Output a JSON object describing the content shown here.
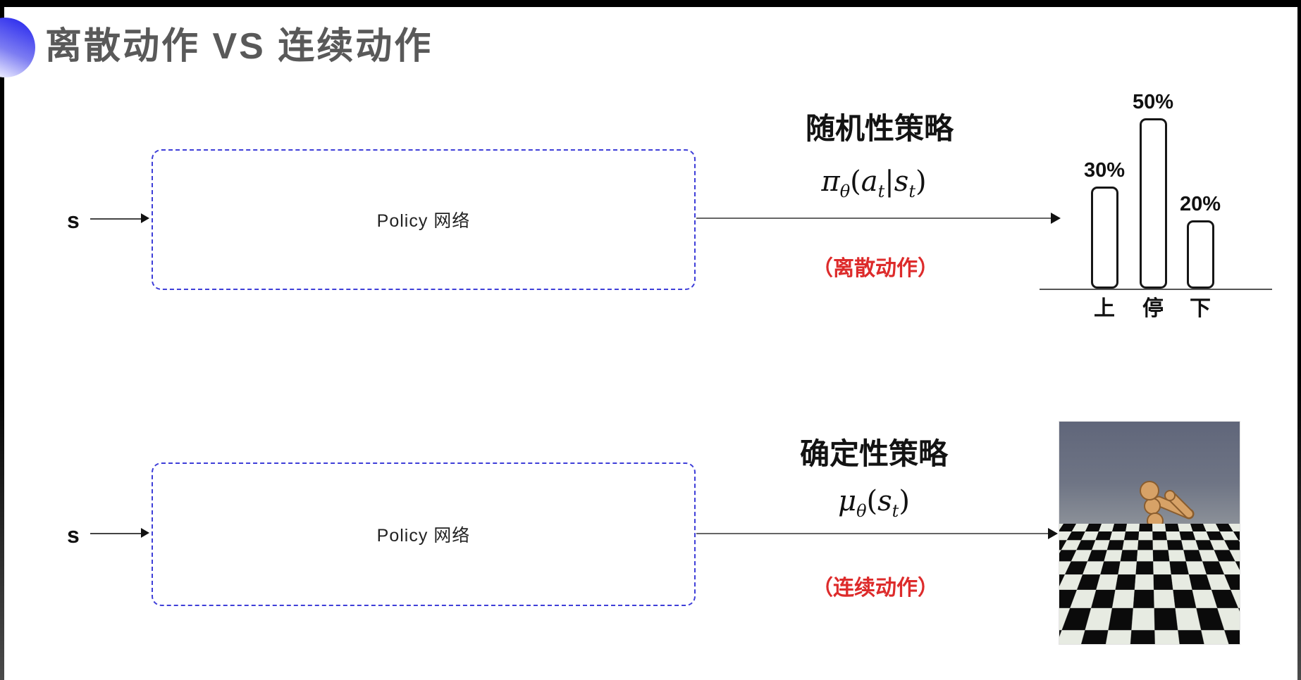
{
  "title": "离散动作 VS 连续动作",
  "top_flow": {
    "input_label": "s",
    "network_label": "Policy 网络",
    "policy_type": "随机性策略",
    "action_type_note": "（离散动作）"
  },
  "bottom_flow": {
    "input_label": "s",
    "network_label": "Policy 网络",
    "policy_type": "确定性策略",
    "action_type_note": "（连续动作）"
  },
  "formulas": {
    "stochastic": {
      "sym": "π",
      "sym_sub": "θ",
      "open": "(",
      "arg1": "a",
      "arg1_sub": "t",
      "sep": "|",
      "arg2": "s",
      "arg2_sub": "t",
      "close": ")"
    },
    "deterministic": {
      "sym": "μ",
      "sym_sub": "θ",
      "open": "(",
      "arg": "s",
      "arg_sub": "t",
      "close": ")"
    }
  },
  "chart_data": {
    "type": "bar",
    "title": "",
    "categories": [
      "上",
      "停",
      "下"
    ],
    "values": [
      30,
      50,
      20
    ],
    "labels": [
      "30%",
      "50%",
      "20%"
    ],
    "unit": "%",
    "ylim": [
      0,
      50
    ],
    "grid": false,
    "legend": false
  },
  "colors": {
    "box_border": "#3e3ed8",
    "note_red": "#dd2b2b",
    "title_gray": "#595959",
    "accent_circle": "#3434ee"
  }
}
